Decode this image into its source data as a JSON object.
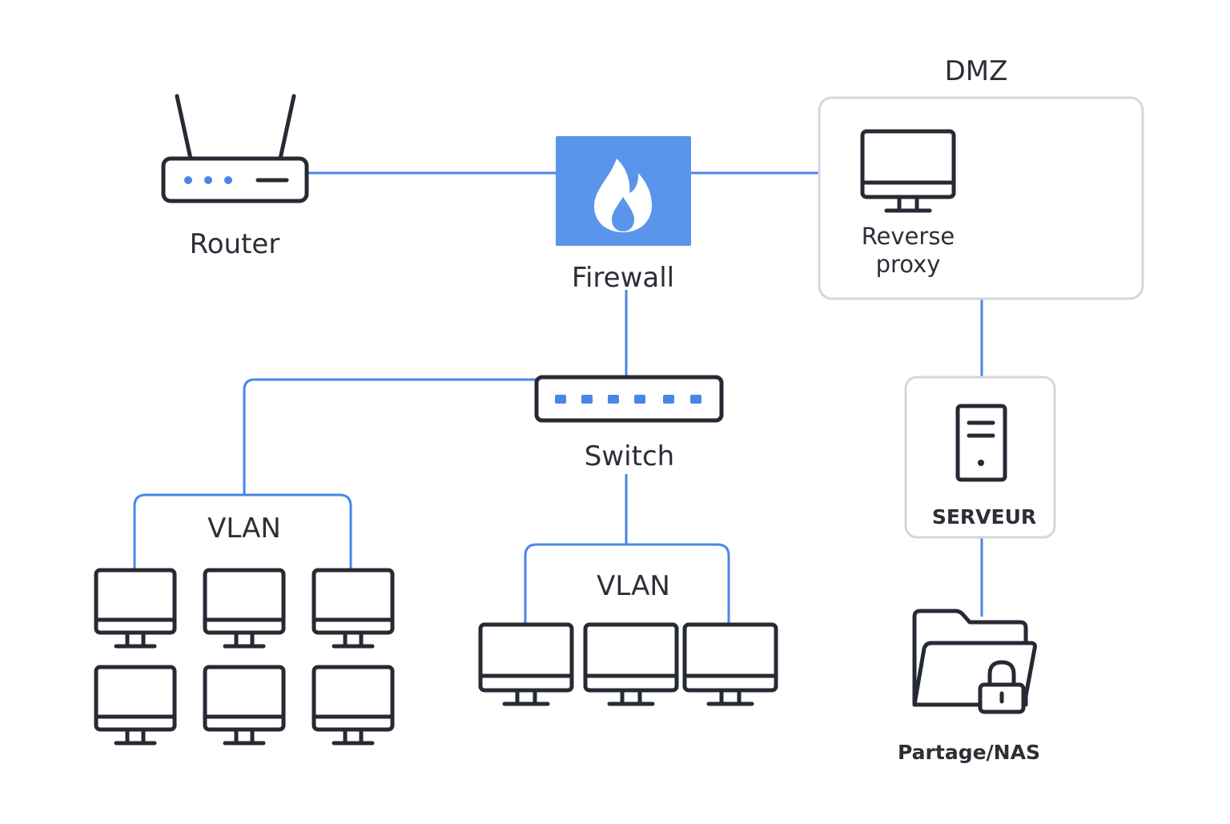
{
  "diagram": {
    "nodes": {
      "router": {
        "label": "Router",
        "icon": "router-icon"
      },
      "firewall": {
        "label": "Firewall",
        "icon": "flame-icon",
        "color": "#5b95eb"
      },
      "dmz": {
        "label": "DMZ"
      },
      "reverse_proxy": {
        "label_line1": "Reverse",
        "label_line2": "proxy",
        "icon": "monitor-icon"
      },
      "switch": {
        "label": "Switch",
        "icon": "switch-icon"
      },
      "vlan_left": {
        "label": "VLAN",
        "workstations": 6
      },
      "vlan_middle": {
        "label": "VLAN",
        "workstations": 3
      },
      "server": {
        "label": "SERVEUR",
        "icon": "server-tower-icon"
      },
      "nas": {
        "label": "Partage/NAS",
        "icon": "locked-folder-icon"
      }
    },
    "edges": [
      [
        "router",
        "firewall"
      ],
      [
        "firewall",
        "reverse_proxy"
      ],
      [
        "firewall",
        "switch"
      ],
      [
        "switch",
        "vlan_left"
      ],
      [
        "switch",
        "vlan_middle"
      ],
      [
        "reverse_proxy",
        "server"
      ],
      [
        "server",
        "nas"
      ]
    ],
    "colors": {
      "link": "#4a86e8",
      "outline": "#262a33",
      "zone_border": "#d3d6db",
      "accent": "#4a86e8"
    }
  }
}
